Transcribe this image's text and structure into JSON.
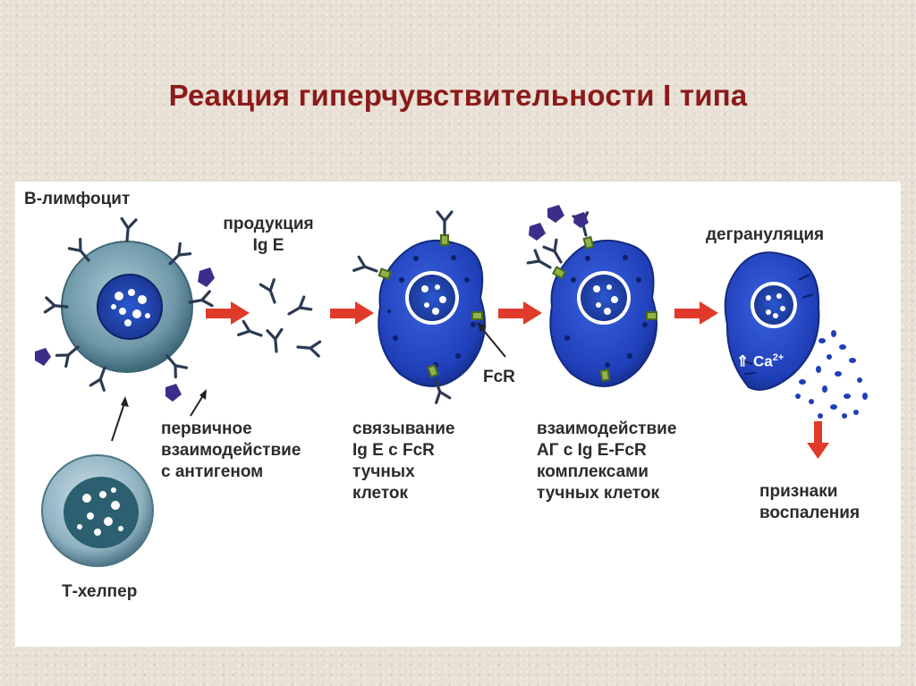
{
  "title": "Реакция гиперчувствительности I типа",
  "labels": {
    "b_lymphocyte": "B-лимфоцит",
    "production": [
      "продукция",
      "Ig E"
    ],
    "degranulation": "дегрануляция",
    "fcr": "FcR",
    "ca": "⇑ Ca",
    "ca_sup": "2+",
    "primary": [
      "первичное",
      "взаимодействие",
      "с антигеном"
    ],
    "binding": [
      "связывание",
      "Ig E с FcR",
      "тучных",
      "клеток"
    ],
    "interaction": [
      "взаимодействие",
      "АГ с Ig E-FcR",
      "комплексами",
      "тучных клеток"
    ],
    "inflammation": [
      "признаки",
      "воспаления"
    ],
    "t_helper": "Т-хелпер"
  },
  "colors": {
    "title": "#8b1a1a",
    "arrow": "#e03a2a",
    "b_cell": "#6f98a8",
    "mast_cell": "#1f3fb8",
    "antibody": "#2a3a52",
    "receptor": "#4a6a1e",
    "antigen": "#3b2d8a"
  }
}
